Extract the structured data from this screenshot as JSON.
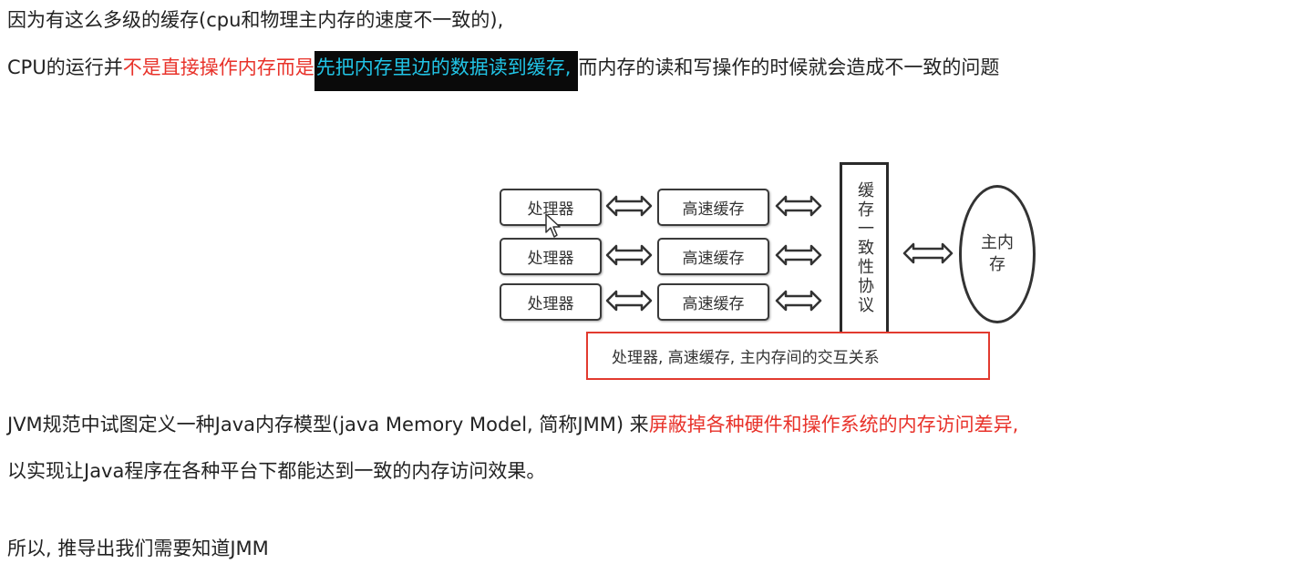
{
  "paragraphs": {
    "line1": "因为有这么多级的缓存(cpu和物理主内存的速度不一致的),",
    "line2": {
      "part1": "CPU的运行并",
      "part2_red": "不是直接操作内存而是",
      "part3_highlight": "先把内存里边的数据读到缓存,",
      "part4": "而内存的读和写操作的时候就会造成不一致的问题"
    },
    "line3": {
      "part1": "JVM规范中试图定义一种Java内存模型(java Memory Model, 简称JMM) 来",
      "part2_red": "屏蔽掉各种硬件和操作系统的内存访问差异,"
    },
    "line4": "以实现让Java程序在各种平台下都能达到一致的内存访问效果。",
    "line5": "所以, 推导出我们需要知道JMM"
  },
  "diagram": {
    "processors": [
      "处理器",
      "处理器",
      "处理器"
    ],
    "caches": [
      "高速缓存",
      "高速缓存",
      "高速缓存"
    ],
    "coherence_protocol": "缓存一致性协议",
    "main_memory": "主内存",
    "caption": "处理器, 高速缓存, 主内存间的交互关系"
  },
  "colors": {
    "text": "#222222",
    "red_text": "#e8322a",
    "highlight_bg": "#0a0a0a",
    "highlight_text": "#21c4e6",
    "caption_border": "#e23a2f"
  },
  "icons": [
    "double-arrow-icon",
    "mouse-cursor-icon"
  ]
}
